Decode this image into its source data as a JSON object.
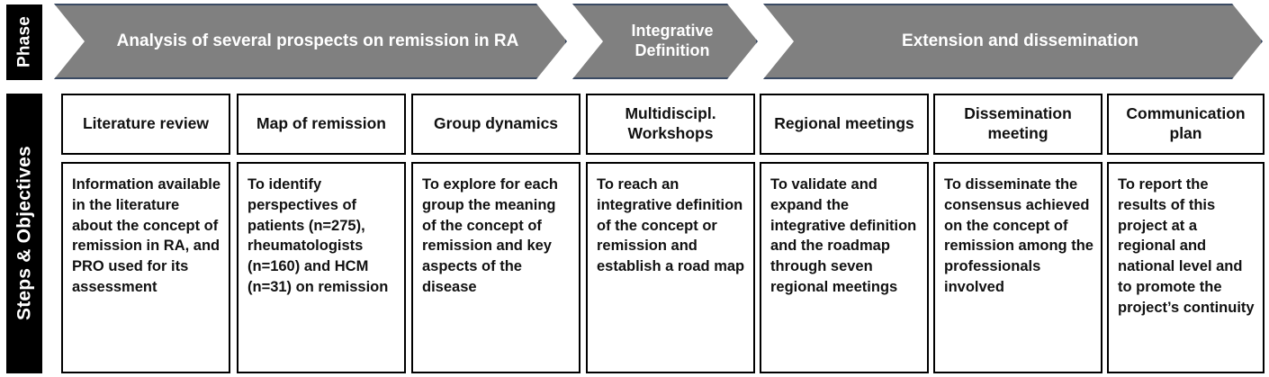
{
  "sidebar": {
    "phase_label": "Phase",
    "steps_label": "Steps & Objectives"
  },
  "colors": {
    "arrow_fill": "#808080",
    "arrow_border": "#3a4a63",
    "sidebar_bg": "#000000",
    "sidebar_text": "#ffffff",
    "box_border": "#000000",
    "box_bg": "#ffffff",
    "text": "#111111"
  },
  "phases": [
    {
      "label": "Analysis of several prospects on remission in RA"
    },
    {
      "label": "Integrative Definition"
    },
    {
      "label": "Extension and dissemination"
    }
  ],
  "steps": [
    {
      "title": "Literature review",
      "objective": "Information available in the literature about the concept of remission in RA, and PRO used for its assessment"
    },
    {
      "title": "Map of remission",
      "objective": "To identify perspectives of patients (n=275), rheumatologists (n=160) and HCM (n=31) on remission"
    },
    {
      "title": "Group dynamics",
      "objective": "To explore for each group the meaning of the concept of remission and key aspects of the disease"
    },
    {
      "title": "Multidiscipl. Workshops",
      "objective": "To reach an integrative definition of the concept or remission and establish a road map"
    },
    {
      "title": "Regional meetings",
      "objective": "To validate and expand the integrative definition and the roadmap through seven regional meetings"
    },
    {
      "title": "Dissemination meeting",
      "objective": "To disseminate the consensus achieved on the concept of remission among the professionals involved"
    },
    {
      "title": "Communication plan",
      "objective": "To report the results of this project at a regional and national level and to promote the project’s continuity"
    }
  ]
}
